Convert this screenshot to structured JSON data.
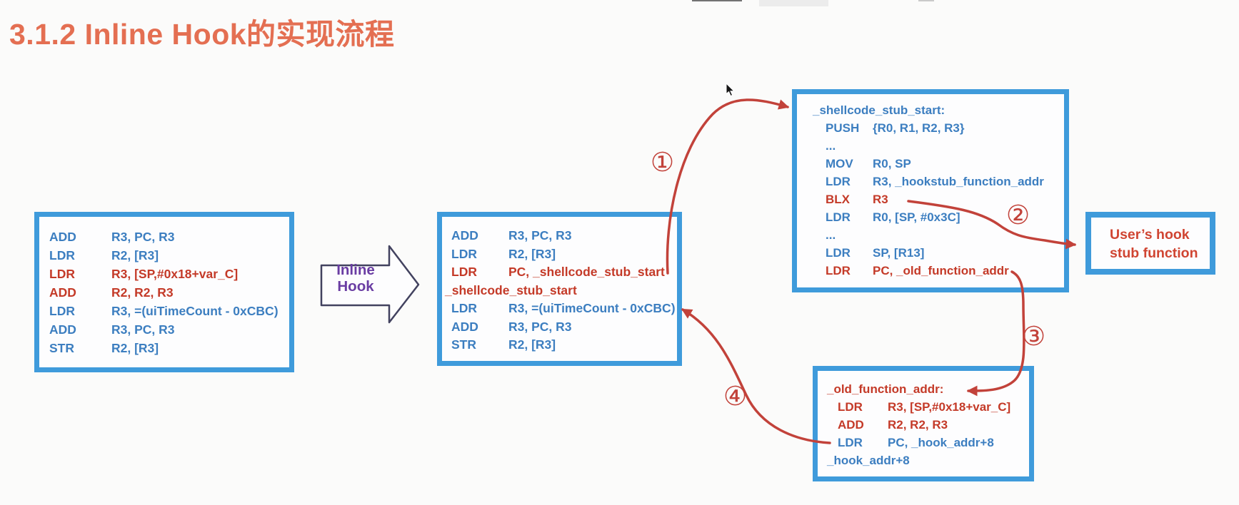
{
  "title": "3.1.2 Inline Hook的实现流程",
  "transform_arrow": {
    "line1": "Inline",
    "line2": "Hook"
  },
  "steps": [
    "①",
    "②",
    "③",
    "④"
  ],
  "boxes": {
    "original": {
      "lines": [
        {
          "m": "ADD",
          "o": "R3, PC, R3",
          "c": "blue"
        },
        {
          "m": "LDR",
          "o": "R2, [R3]",
          "c": "blue"
        },
        {
          "m": "LDR",
          "o": "R3, [SP,#0x18+var_C]",
          "c": "red"
        },
        {
          "m": "ADD",
          "o": "R2, R2, R3",
          "c": "red"
        },
        {
          "m": "LDR",
          "o": "R3, =(uiTimeCount - 0xCBC)",
          "c": "blue"
        },
        {
          "m": "ADD",
          "o": "R3, PC, R3",
          "c": "blue"
        },
        {
          "m": "STR",
          "o": "R2, [R3]",
          "c": "blue"
        }
      ]
    },
    "hooked": {
      "lines": [
        {
          "m": "ADD",
          "o": "R3, PC, R3",
          "c": "blue"
        },
        {
          "m": "LDR",
          "o": "R2, [R3]",
          "c": "blue"
        },
        {
          "m": "LDR",
          "o": "PC, _shellcode_stub_start",
          "c": "red"
        },
        {
          "m": "_shellcode_stub_start",
          "o": "",
          "c": "red"
        },
        {
          "m": "LDR",
          "o": "R3, =(uiTimeCount - 0xCBC)",
          "c": "blue"
        },
        {
          "m": "ADD",
          "o": "R3, PC, R3",
          "c": "blue"
        },
        {
          "m": "STR",
          "o": "R2, [R3]",
          "c": "blue"
        }
      ]
    },
    "stub": {
      "lines": [
        {
          "m": "_shellcode_stub_start:",
          "o": "",
          "c": "blue"
        },
        {
          "m": "PUSH",
          "o": "{R0, R1, R2, R3}",
          "c": "blue"
        },
        {
          "m": "...",
          "o": "",
          "c": "blue"
        },
        {
          "m": "MOV",
          "o": "R0, SP",
          "c": "blue"
        },
        {
          "m": "LDR",
          "o": "R3, _hookstub_function_addr",
          "c": "blue"
        },
        {
          "m": "BLX",
          "o": "R3",
          "c": "red"
        },
        {
          "m": "LDR",
          "o": "R0, [SP, #0x3C]",
          "c": "blue"
        },
        {
          "m": "...",
          "o": "",
          "c": "blue"
        },
        {
          "m": "LDR",
          "o": "SP, [R13]",
          "c": "blue"
        },
        {
          "m": "LDR",
          "o": "PC, _old_function_addr",
          "c": "red"
        }
      ]
    },
    "user_hook": {
      "line1": "User’s hook",
      "line2": "stub function"
    },
    "old_func": {
      "lines": [
        {
          "m": "_old_function_addr:",
          "o": "",
          "c": "red"
        },
        {
          "m": "LDR",
          "o": "R3, [SP,#0x18+var_C]",
          "c": "red"
        },
        {
          "m": "ADD",
          "o": "R2, R2, R3",
          "c": "red"
        },
        {
          "m": "LDR",
          "o": "PC, _hook_addr+8",
          "c": "blue"
        },
        {
          "m": "_hook_addr+8",
          "o": "",
          "c": "blue"
        }
      ]
    }
  },
  "colors": {
    "title": "#e46f52",
    "box_border": "#3f9bdb",
    "code_blue": "#3c7ec0",
    "code_red": "#c43a28",
    "flow_arrow": "#c2423a",
    "inline_hook_label": "#6a3da3",
    "user_hook_text": "#d04532"
  }
}
